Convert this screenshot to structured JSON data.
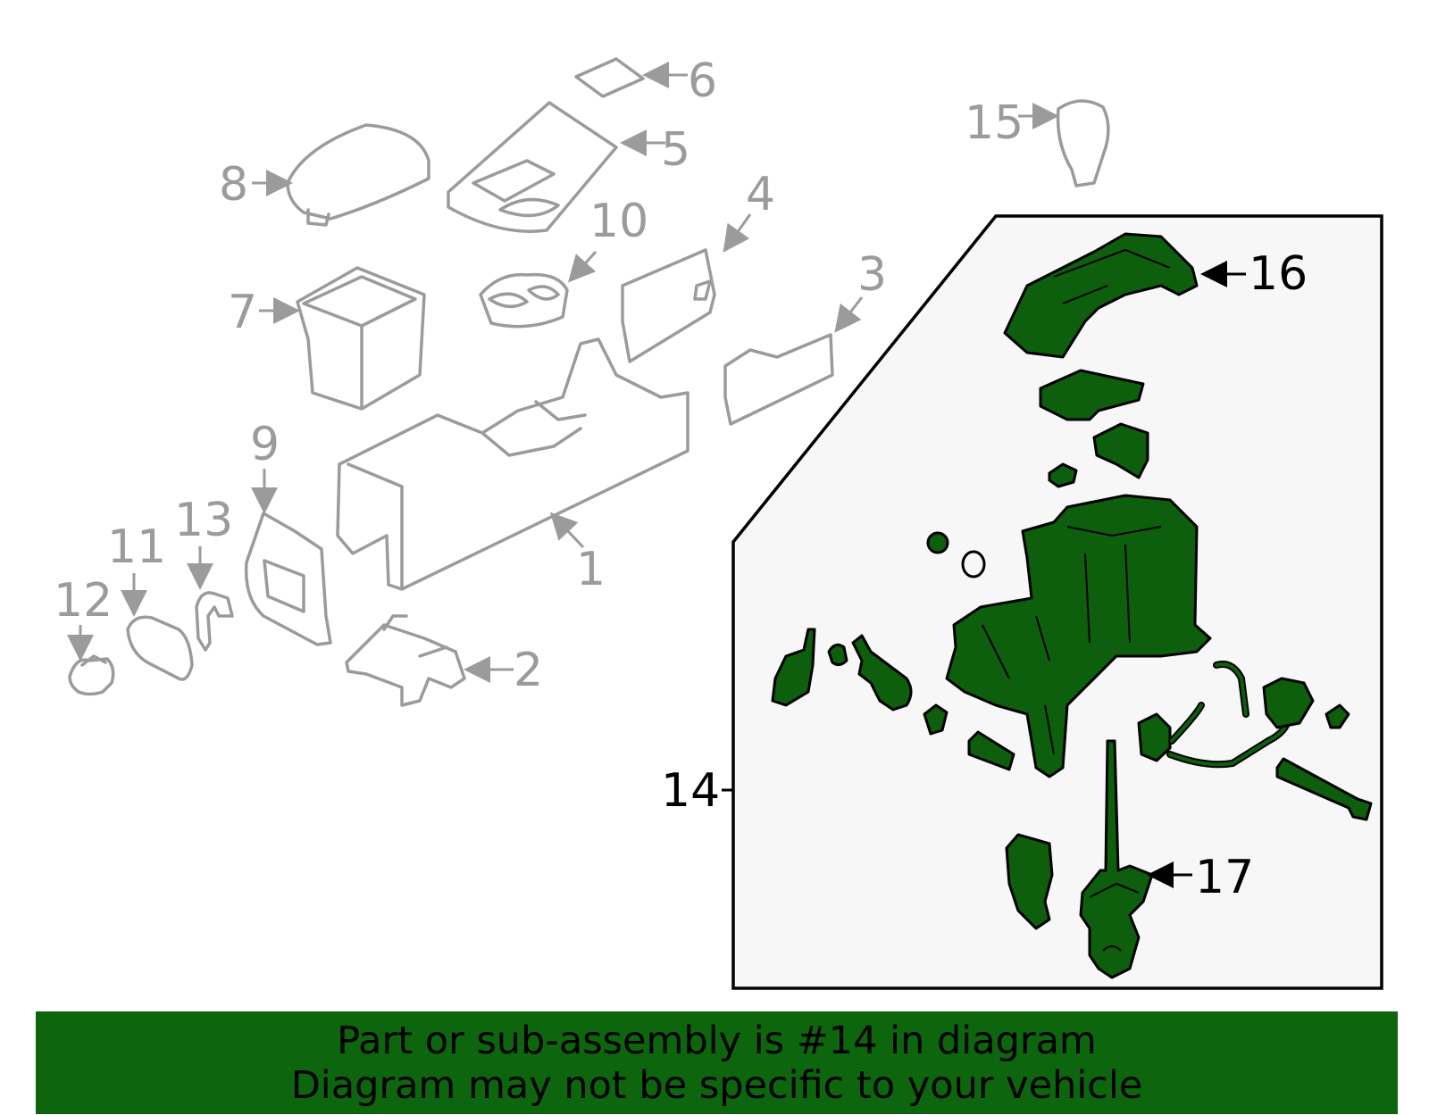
{
  "callouts": {
    "c1": "1",
    "c2": "2",
    "c3": "3",
    "c4": "4",
    "c5": "5",
    "c6": "6",
    "c7": "7",
    "c8": "8",
    "c9": "9",
    "c10": "10",
    "c11": "11",
    "c12": "12",
    "c13": "13",
    "c14": "14",
    "c15": "15",
    "c16": "16",
    "c17": "17"
  },
  "banner": {
    "line1": "Part or sub-assembly is #14 in diagram",
    "line2": "Diagram may not be specific to your vehicle"
  },
  "colors": {
    "highlight": "#0d5e0d",
    "banner": "#0d650d",
    "unhighlighted": "#9b9b9b"
  }
}
